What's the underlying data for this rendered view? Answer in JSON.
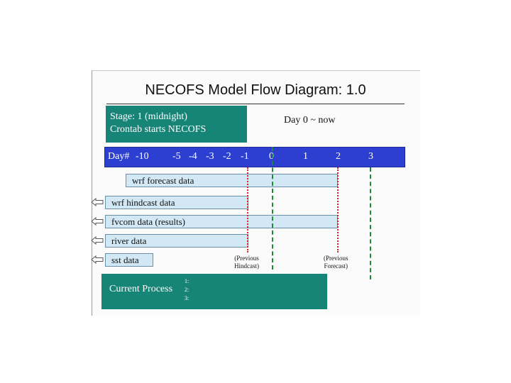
{
  "title": "NECOFS Model Flow Diagram: 1.0",
  "stage": {
    "line1": "Stage: 1 (midnight)",
    "line2": "Crontab starts NECOFS"
  },
  "day_now": "Day 0 ~ now",
  "day_row": {
    "label": "Day#",
    "ticks": [
      "-10",
      "-5",
      "-4",
      "-3",
      "-2",
      "-1",
      "0",
      "1",
      "2",
      "3"
    ]
  },
  "data_bars": [
    {
      "label": "wrf forecast data"
    },
    {
      "label": "wrf hindcast data"
    },
    {
      "label": "fvcom data (results)"
    },
    {
      "label": "river data"
    },
    {
      "label": "sst data"
    }
  ],
  "notes": {
    "previous_hindcast": [
      "(Previous",
      "Hindcast)"
    ],
    "previous_forecast": [
      "(Previous",
      "Forecast)"
    ]
  },
  "process": {
    "label": "Current Process",
    "steps": [
      "1:",
      "2:",
      "3:"
    ]
  },
  "colors": {
    "teal": "#168476",
    "blue": "#2c3fd0",
    "bar_fill": "#d2e8f4",
    "red_line": "#d42020",
    "green_line": "#1d8a36"
  }
}
